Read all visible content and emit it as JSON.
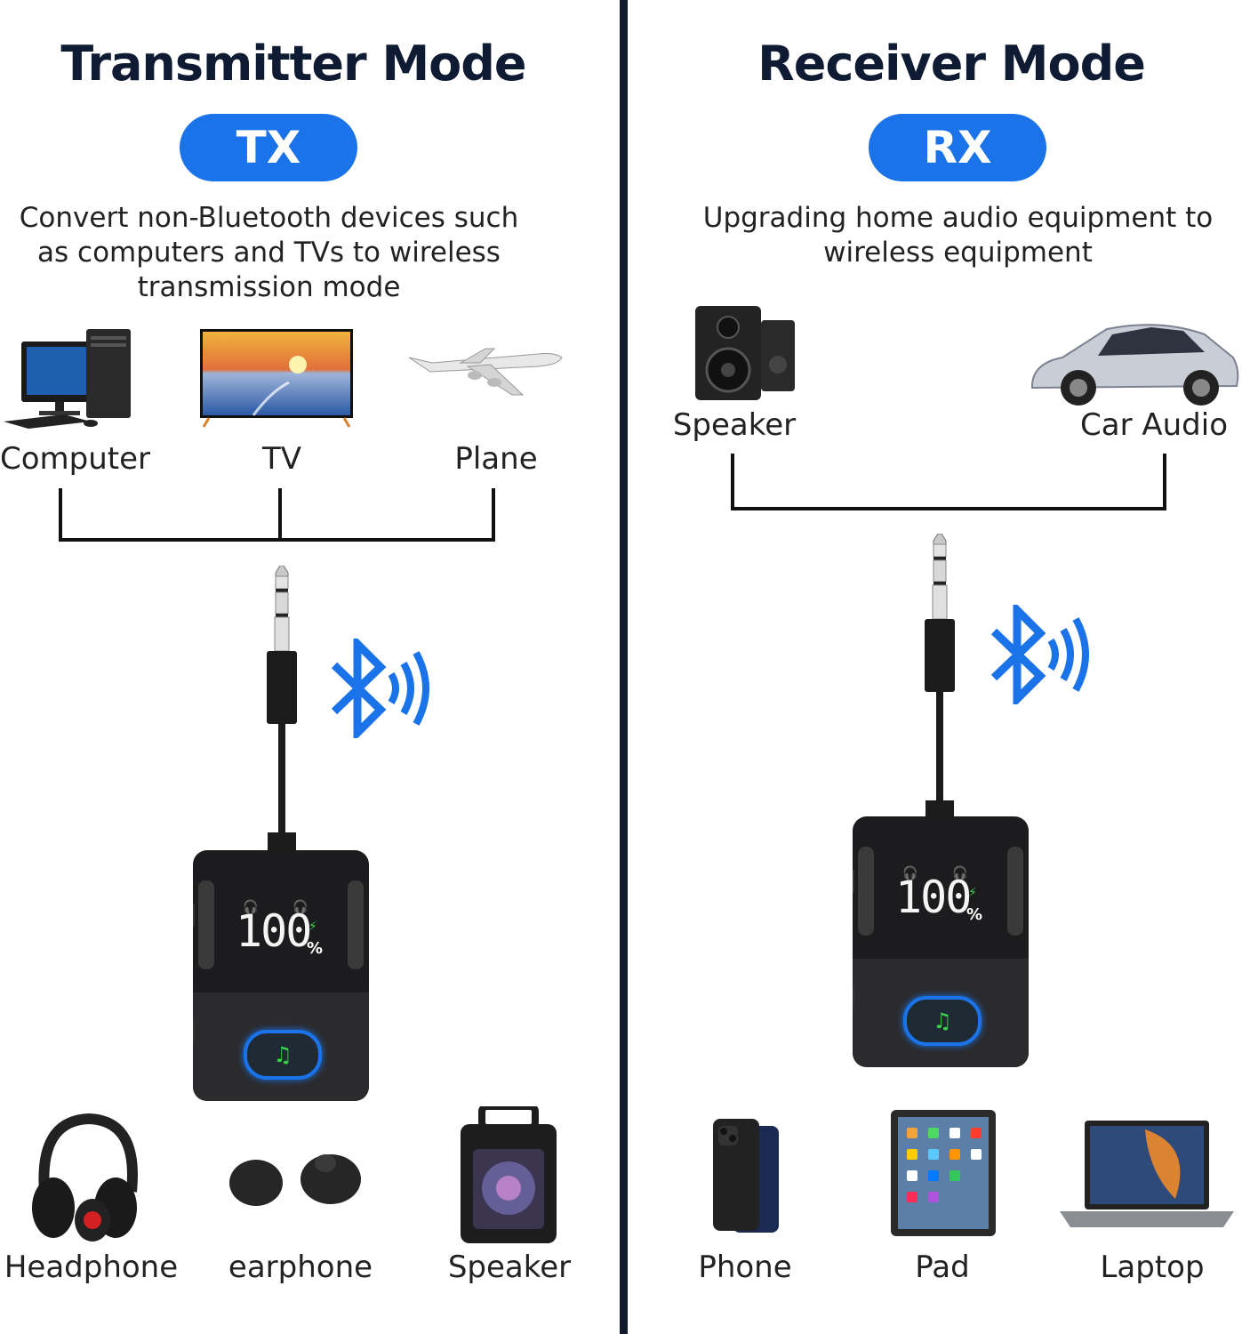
{
  "tx": {
    "title": "Transmitter Mode",
    "badge": "TX",
    "description": "Convert non-Bluetooth devices such as computers and TVs to wireless transmission mode",
    "sources": [
      "Computer",
      "TV",
      "Plane"
    ],
    "outputs": [
      "Headphone",
      "earphone",
      "Speaker"
    ]
  },
  "rx": {
    "title": "Receiver Mode",
    "badge": "RX",
    "description": "Upgrading home audio equipment to wireless equipment",
    "sources": [
      "Speaker",
      "Car Audio"
    ],
    "outputs": [
      "Phone",
      "Pad",
      "Laptop"
    ]
  },
  "device": {
    "display": "100",
    "percent_sign": "%"
  },
  "colors": {
    "accent": "#1a73e8",
    "title": "#0f1a33",
    "divider": "#111a2e",
    "device_body": "#1c1c1e",
    "battery_green": "#3ad24a"
  }
}
